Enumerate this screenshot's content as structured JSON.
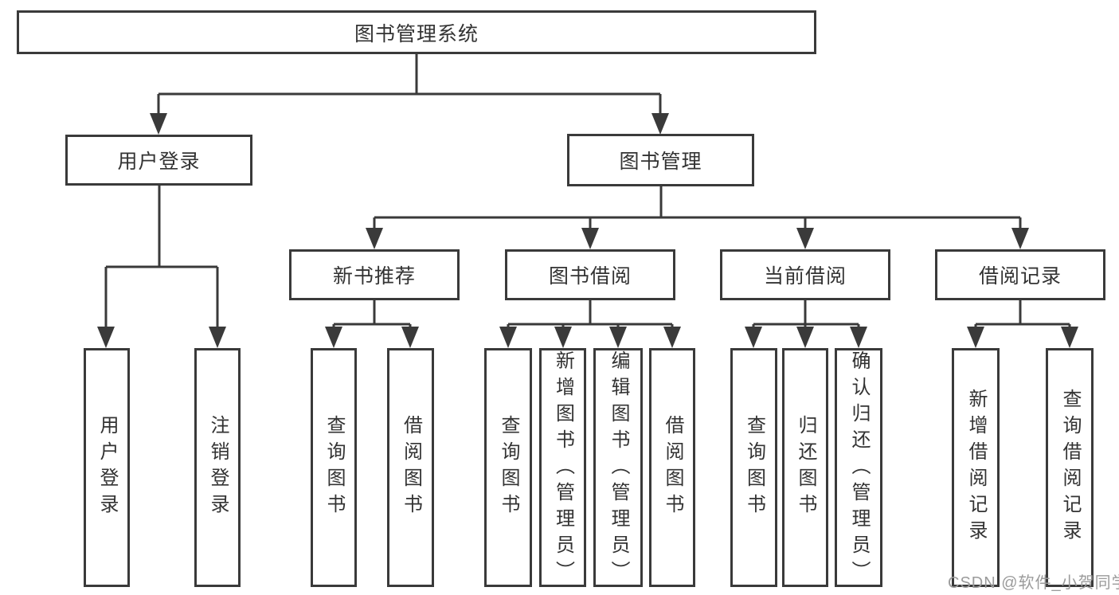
{
  "diagram": {
    "root": "图书管理系统",
    "branches": [
      {
        "label": "用户登录",
        "children": [
          {
            "label": "用户登录"
          },
          {
            "label": "注销登录"
          }
        ]
      },
      {
        "label": "图书管理",
        "children": [
          {
            "label": "新书推荐",
            "children": [
              {
                "label": "查询图书"
              },
              {
                "label": "借阅图书"
              }
            ]
          },
          {
            "label": "图书借阅",
            "children": [
              {
                "label": "查询图书"
              },
              {
                "label": "新增图书（管理员）"
              },
              {
                "label": "编辑图书（管理员）"
              },
              {
                "label": "借阅图书"
              }
            ]
          },
          {
            "label": "当前借阅",
            "children": [
              {
                "label": "查询图书"
              },
              {
                "label": "归还图书"
              },
              {
                "label": "确认归还（管理员）"
              }
            ]
          },
          {
            "label": "借阅记录",
            "children": [
              {
                "label": "新增借阅记录"
              },
              {
                "label": "查询借阅记录"
              }
            ]
          }
        ]
      }
    ]
  },
  "watermark": "CSDN @软件_小贺同学",
  "colors": {
    "line": "#3a3a3a",
    "text": "#333333",
    "watermark": "#9b9b9b",
    "background": "#ffffff"
  }
}
